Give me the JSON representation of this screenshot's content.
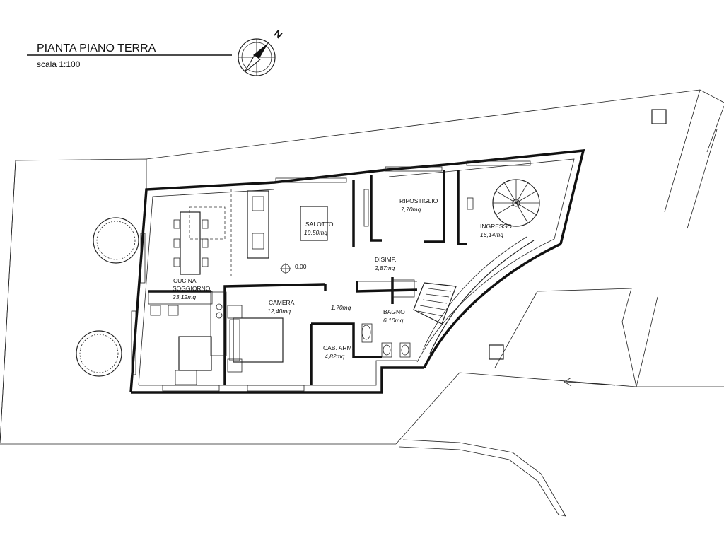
{
  "header": {
    "title": "PIANTA PIANO TERRA",
    "scale": "scala 1:100",
    "north_label": "N"
  },
  "level_marker": "+0.00",
  "rooms": [
    {
      "name": "SALOTTO",
      "area": "19,50mq"
    },
    {
      "name": "RIPOSTIGLIO",
      "area": "7,70mq"
    },
    {
      "name": "INGRESSO",
      "area": "16,14mq"
    },
    {
      "name": "DISIMP.",
      "area": "2,87mq"
    },
    {
      "name": "CUCINA",
      "name2": "SOGGIORNO",
      "area": "23,12mq"
    },
    {
      "name": "CAMERA",
      "area": "12,40mq"
    },
    {
      "name": "",
      "area": "1,70mq"
    },
    {
      "name": "BAGNO",
      "area": "6,10mq"
    },
    {
      "name": "CAB. ARM.",
      "area": "4,82mq"
    }
  ],
  "colors": {
    "line": "#111111",
    "background": "#ffffff"
  },
  "icons": [
    "north-arrow-icon",
    "level-marker-icon",
    "spiral-stair-icon",
    "tree-icon",
    "arrow-left-icon"
  ]
}
